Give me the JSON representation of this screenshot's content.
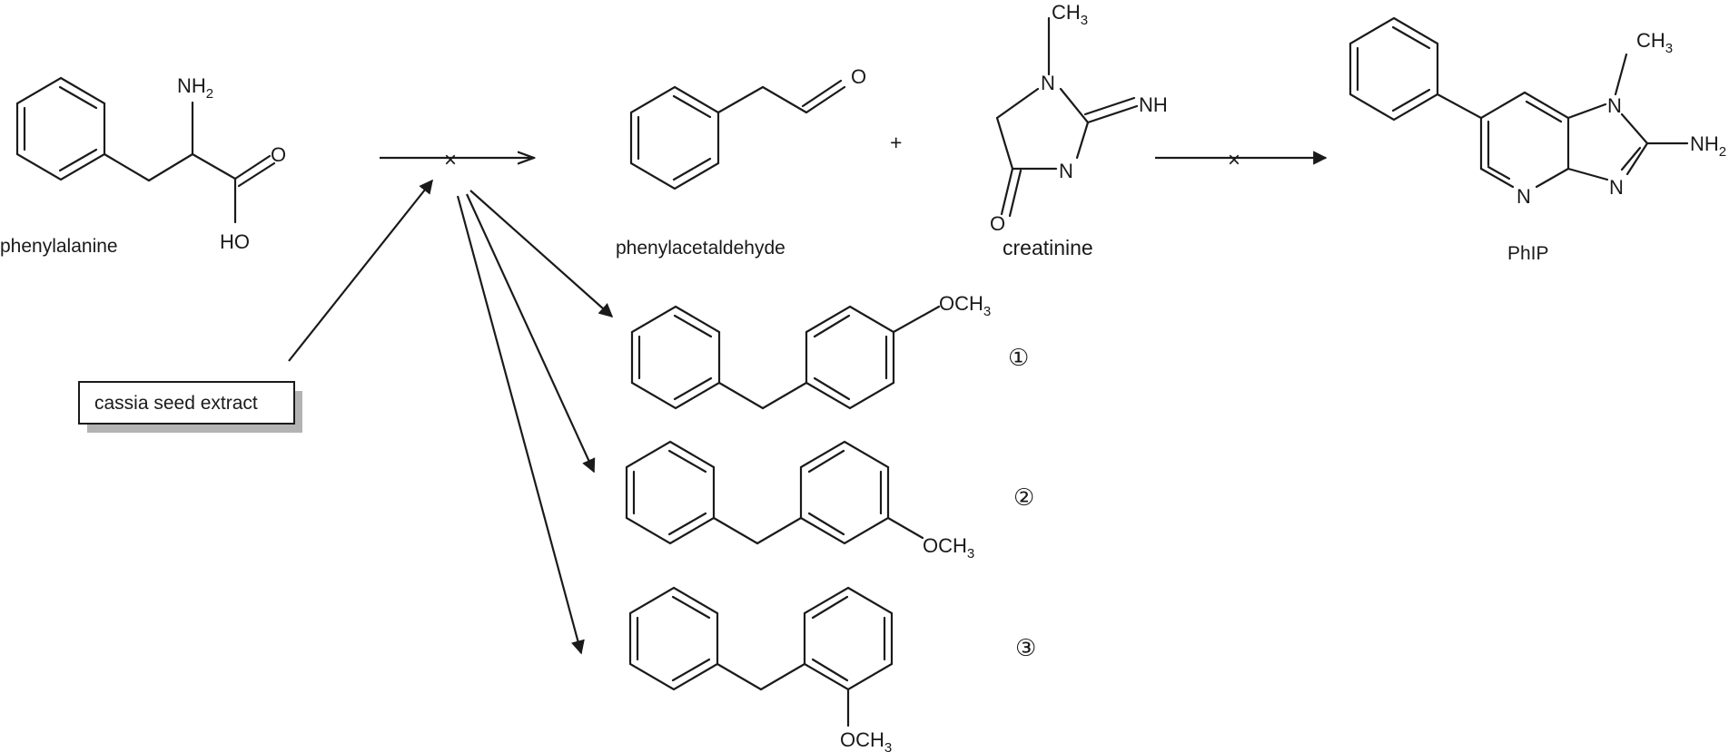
{
  "molecules": {
    "phenylalanine": {
      "name": "phenylalanine",
      "nh2": "NH",
      "nh2_sub": "2",
      "o": "O",
      "ho": "HO"
    },
    "phenylacetaldehyde": {
      "name": "phenylacetaldehyde",
      "o": "O"
    },
    "creatinine": {
      "name": "creatinine",
      "ch3": "CH",
      "ch3_sub": "3",
      "n1": "N",
      "nh": "NH",
      "n3": "N",
      "o": "O"
    },
    "phip": {
      "name": "PhIP",
      "ch3": "CH",
      "ch3_sub": "3",
      "n1": "N",
      "nh2": "NH",
      "nh2_sub": "2",
      "n3": "N",
      "n_pyr": "N"
    },
    "product1": {
      "marker": "①",
      "och3": "OCH",
      "och3_sub": "3"
    },
    "product2": {
      "marker": "②",
      "och3": "OCH",
      "och3_sub": "3"
    },
    "product3": {
      "marker": "③",
      "och3": "OCH",
      "och3_sub": "3"
    }
  },
  "plus": "+",
  "inhibition_mark": "×",
  "extract_box": {
    "label": "cassia seed extract"
  }
}
